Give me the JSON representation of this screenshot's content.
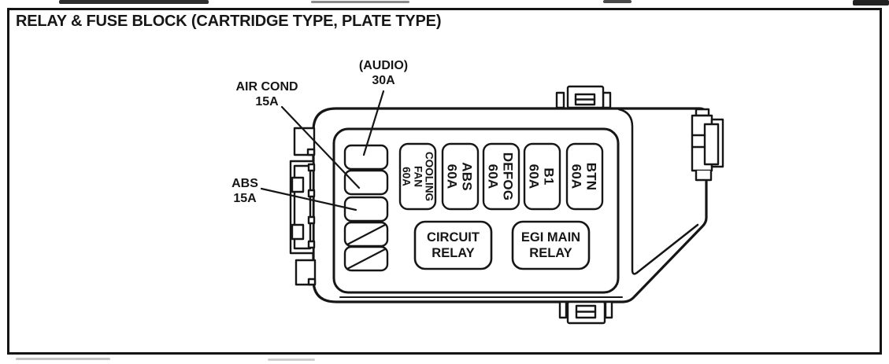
{
  "page_title": "RELAY & FUSE BLOCK (CARTRIDGE TYPE, PLATE TYPE)",
  "callouts": {
    "audio": {
      "label": "(AUDIO)",
      "rating": "30A"
    },
    "air_cond": {
      "label": "AIR COND",
      "rating": "15A"
    },
    "abs": {
      "label": "ABS",
      "rating": "15A"
    }
  },
  "cartridge_fuses": [
    {
      "name_line1": "COOLING",
      "name_line2": "FAN",
      "rating": "60A"
    },
    {
      "name_line1": "ABS",
      "rating": "60A"
    },
    {
      "name_line1": "DEFOG",
      "rating": "60A"
    },
    {
      "name_line1": "B1",
      "rating": "60A"
    },
    {
      "name_line1": "BTN",
      "rating": "60A"
    }
  ],
  "relays": [
    {
      "line1": "CIRCUIT",
      "line2": "RELAY"
    },
    {
      "line1": "EGI MAIN",
      "line2": "RELAY"
    }
  ],
  "empty_fuse_slots": 2,
  "ink_color": "#161616",
  "paper_color": "#ffffff"
}
